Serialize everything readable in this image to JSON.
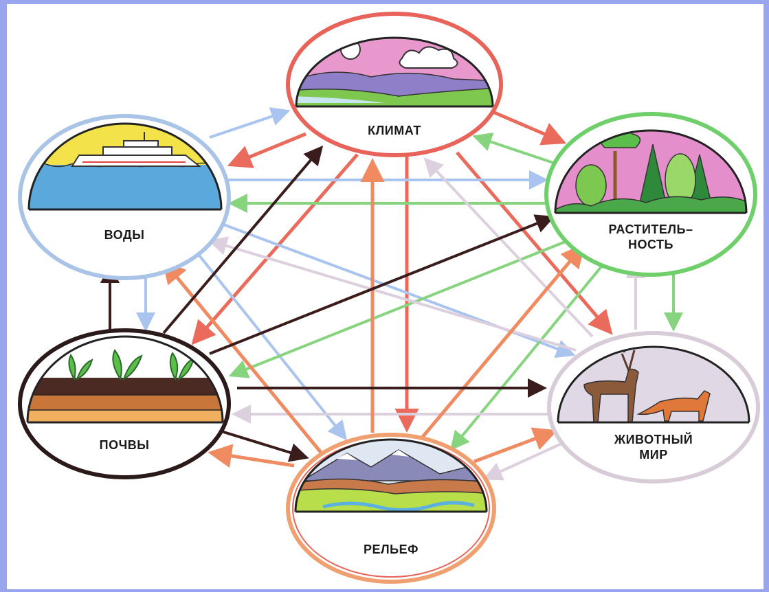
{
  "frame_color": "#9aa5f0",
  "nodes": {
    "klimat": {
      "label": "КЛИМАТ",
      "ring_color": "#e8645a"
    },
    "vody": {
      "label": "ВОДЫ",
      "ring_color": "#a9c4e6"
    },
    "rastitelnost": {
      "label_line1": "РАСТИТЕЛЬ–",
      "label_line2": "НОСТЬ",
      "ring_color": "#6fcf6a"
    },
    "pochvy": {
      "label": "ПОЧВЫ",
      "ring_color": "#2a1a1a"
    },
    "relef": {
      "label": "РЕЛЬЕФ",
      "ring_color": "#f0a070"
    },
    "zhivotny_mir": {
      "label_line1": "ЖИВОТНЫЙ",
      "label_line2": "МИР",
      "ring_color": "#d8ccd8"
    }
  },
  "arrow_colors": {
    "klimat": "#ea6a5c",
    "vody": "#a9c4ee",
    "rastitelnost": "#86d47e",
    "pochvy": "#3a1c1c",
    "relef": "#f08a60",
    "zhivotny_mir": "#ddd0de"
  }
}
